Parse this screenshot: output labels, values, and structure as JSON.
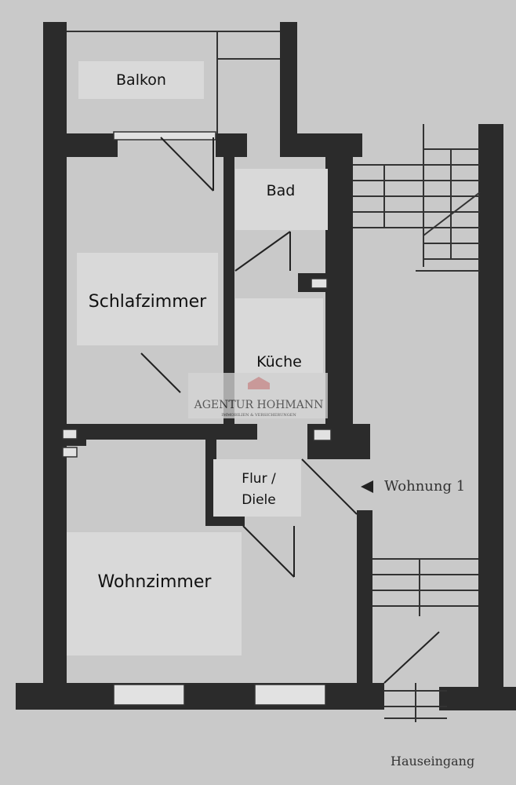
{
  "rooms": {
    "balkon": "Balkon",
    "bad": "Bad",
    "schlafzimmer": "Schlafzimmer",
    "kueche": "Küche",
    "flur_line1": "Flur /",
    "flur_line2": "Diele",
    "wohnzimmer": "Wohnzimmer"
  },
  "labels": {
    "wohnung": "Wohnung 1",
    "hauseingang": "Hauseingang"
  },
  "watermark": {
    "name": "AGENTUR HOHMANN",
    "tagline": "IMMOBILIEN & VERSICHERUNGEN"
  },
  "colors": {
    "background": "#c9c9c9",
    "wall": "#2b2b2b",
    "label_box": "#d9d9d9",
    "watermark_accent": "#c98a8a"
  }
}
